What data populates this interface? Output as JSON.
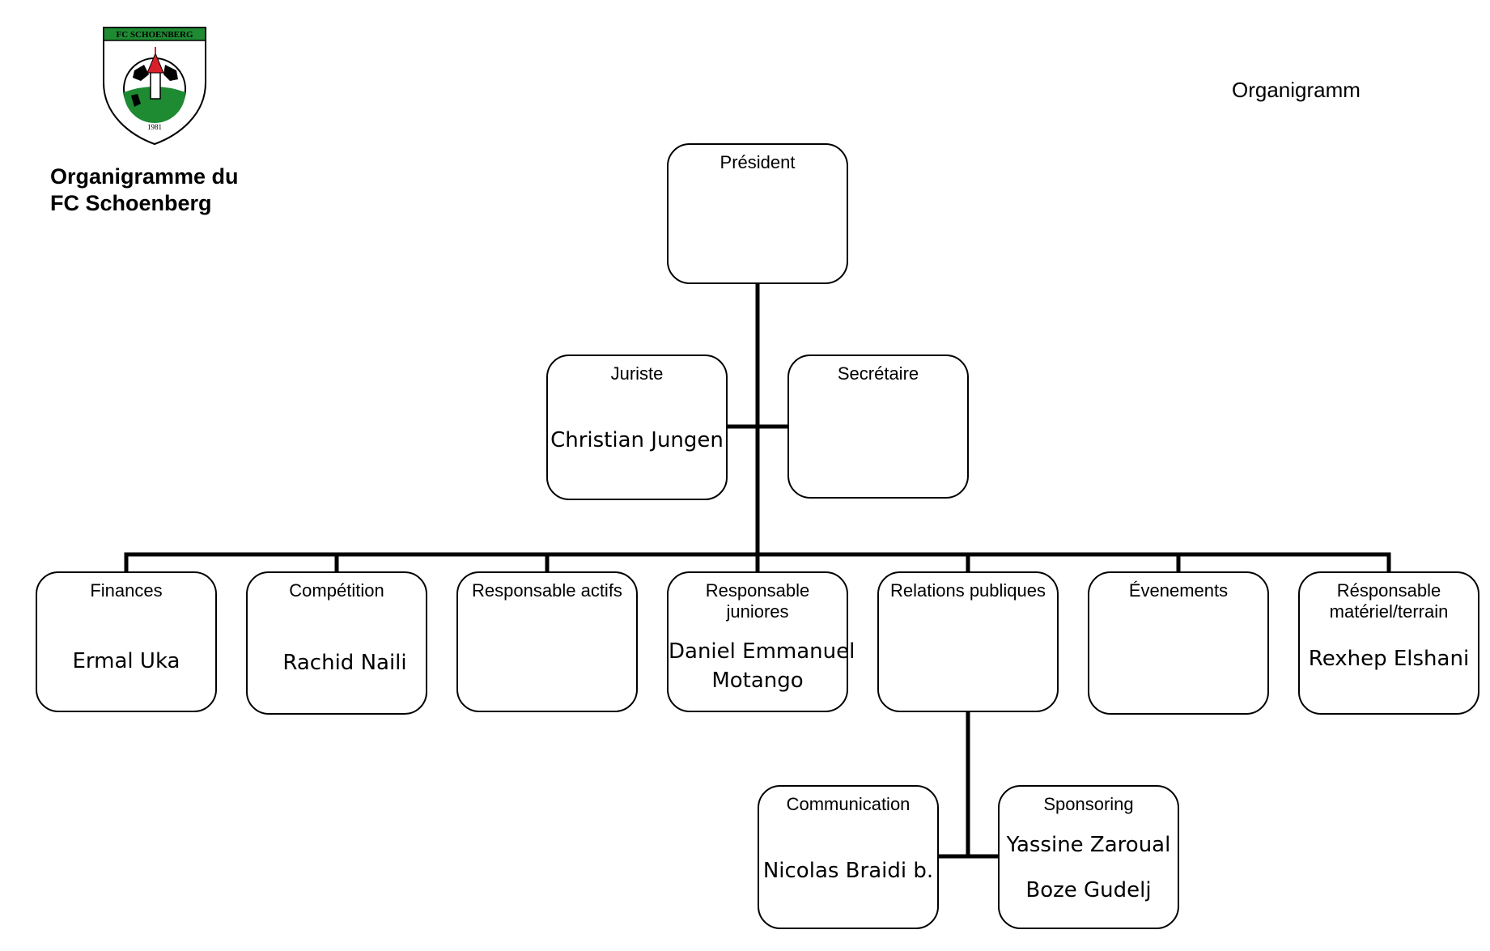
{
  "header": {
    "page_heading": "Organigramm",
    "doc_title_line1": "Organigramme du",
    "doc_title_line2": "FC Schoenberg",
    "logo_text": "FC SCHOENBERG",
    "logo_year": "1981"
  },
  "colors": {
    "logo_green": "#1e8a32",
    "logo_red": "#d9202a",
    "line": "#000000"
  },
  "nodes": {
    "president": {
      "role": "Président",
      "names": []
    },
    "juriste": {
      "role": "Juriste",
      "names": [
        "Christian Jungen"
      ]
    },
    "secretaire": {
      "role": "Secrétaire",
      "names": []
    },
    "finances": {
      "role": "Finances",
      "names": [
        "Ermal Uka"
      ]
    },
    "competition": {
      "role": "Compétition",
      "names": [
        "Rachid Naili"
      ]
    },
    "actifs": {
      "role": "Responsable actifs",
      "names": []
    },
    "juniores": {
      "role": "Responsable juniores",
      "names": [
        "Daniel Emmanuel",
        "Motango"
      ]
    },
    "relations": {
      "role": "Relations publiques",
      "names": []
    },
    "evenements": {
      "role": "Évenements",
      "names": []
    },
    "materiel": {
      "role": "Résponsable matériel/terrain",
      "names": [
        "Rexhep Elshani"
      ]
    },
    "communication": {
      "role": "Communication",
      "names": [
        "Nicolas Braidi b."
      ]
    },
    "sponsoring": {
      "role": "Sponsoring",
      "names": [
        "Yassine Zaroual",
        "Boze Gudelj"
      ]
    }
  }
}
